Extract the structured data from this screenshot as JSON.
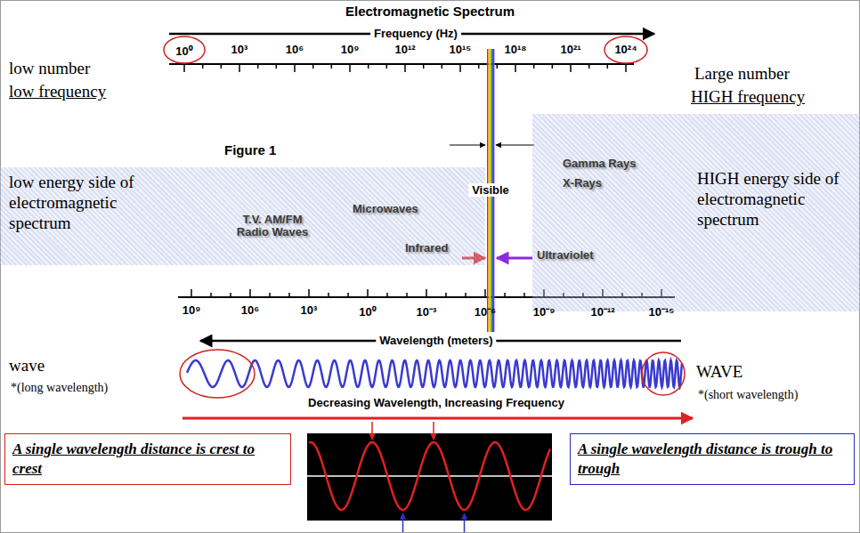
{
  "diagram": {
    "title": "Electromagnetic Spectrum",
    "nodes": [
      {
        "text": [
          "low energy side of electromagnetic spectrum"
        ]
      },
      {
        "text": [
          "HIGH energy side of electromagnetic spectrum"
        ]
      },
      {
        "text": [
          "A single wavelength distance is crest to crest"
        ]
      },
      {
        "text": [
          "A single wavelength distance is trough to trough"
        ]
      }
    ],
    "labels": [
      "Frequency (Hz)",
      "low number",
      "low frequency",
      "10⁰",
      "10³",
      "10⁶",
      "10⁹",
      "10¹²",
      "10¹⁵",
      "10¹⁸",
      "10²¹",
      "10²⁴",
      "Large number",
      "HIGH frequency",
      "Figure 1",
      "Gamma Rays",
      "Visible",
      "X-Rays",
      "Microwaves",
      "T.V. AM/FM Radio Waves",
      "Infrared",
      "Ultraviolet",
      "10⁹",
      "10⁶",
      "10³",
      "10⁰",
      "10⁻³",
      "10⁻⁶",
      "10⁻⁹",
      "10⁻¹²",
      "10⁻¹⁵",
      "Wavelength (meters)",
      "wave",
      "*(long wavelength)",
      "WAVE",
      "*(short wavelength)",
      "Decreasing Wavelength, Increasing Frequency"
    ]
  }
}
